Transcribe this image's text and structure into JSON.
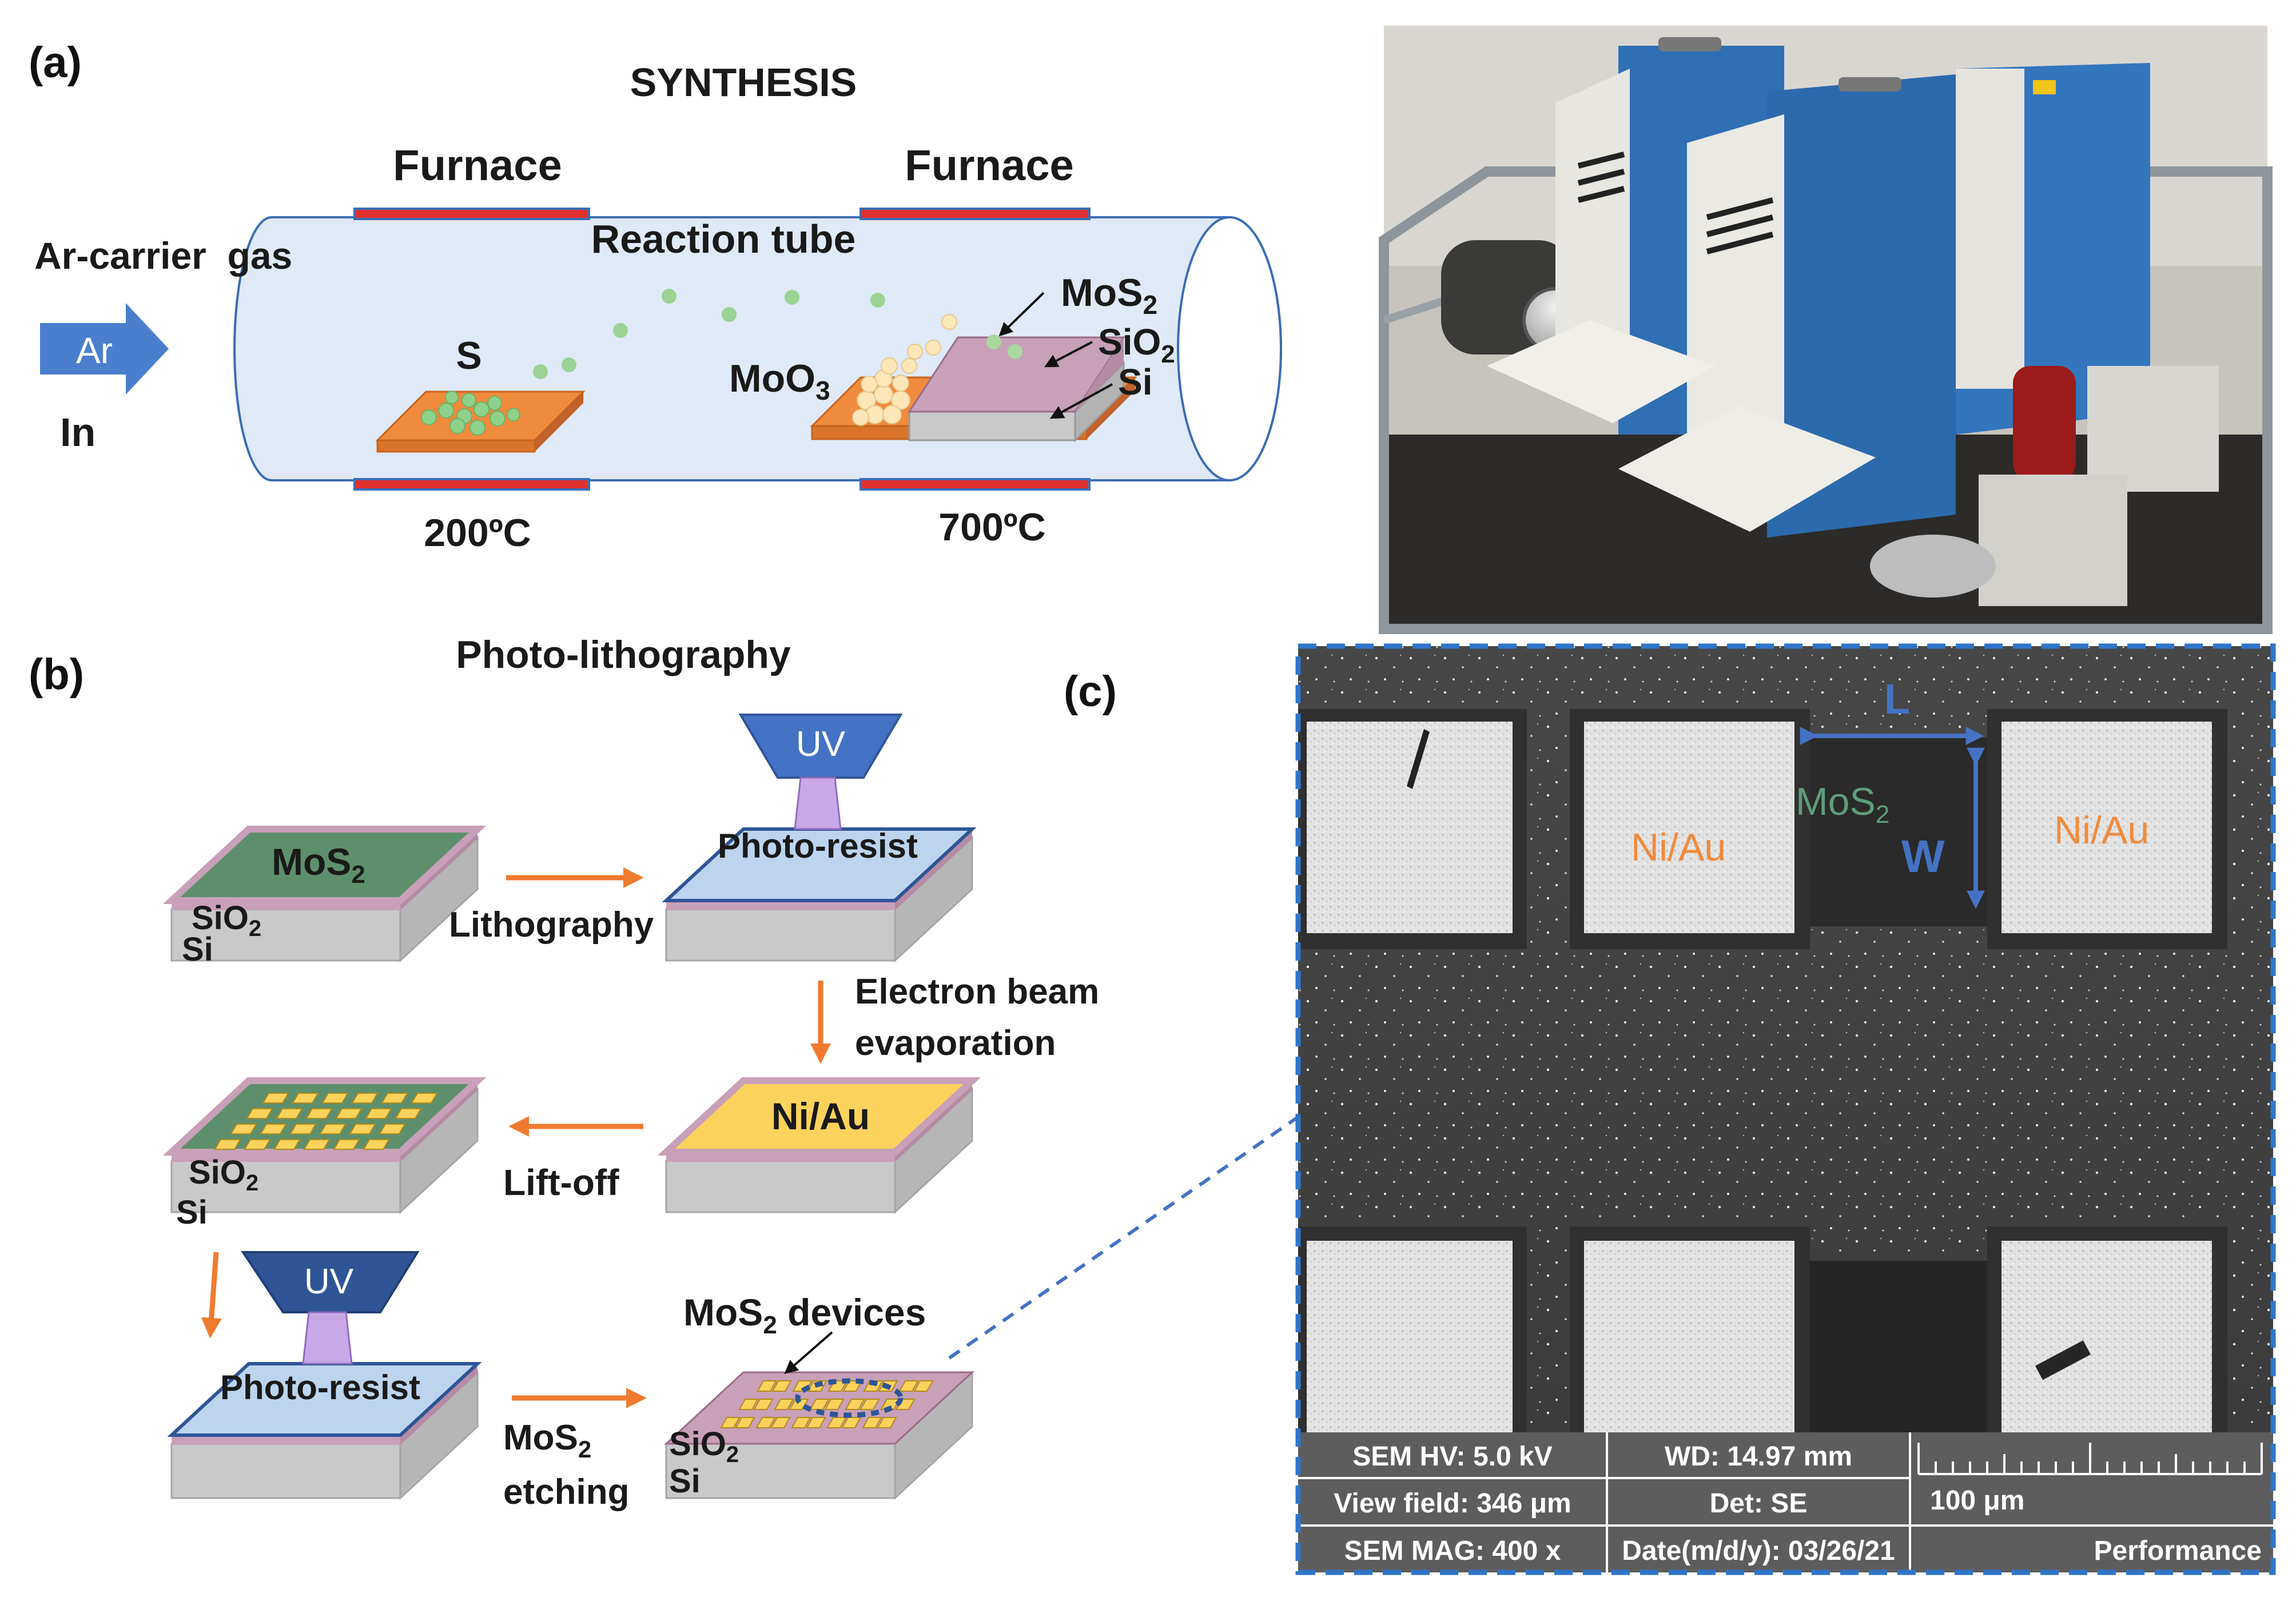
{
  "panel_a": {
    "label": "(a)",
    "title": "SYNTHESIS",
    "furnace_left": "Furnace",
    "furnace_right": "Furnace",
    "reaction_tube": "Reaction tube",
    "carrier_gas": "Ar-carrier  gas",
    "arrow_gas": "Ar",
    "inlet": "In",
    "sulfur": "S",
    "moo3": "MoO",
    "moo3_sub": "3",
    "mos2": "MoS",
    "mos2_sub": "2",
    "sio2": "SiO",
    "sio2_sub": "2",
    "si": "Si",
    "temp_left": "200ºC",
    "temp_right": "700ºC"
  },
  "panel_b": {
    "label": "(b)",
    "title": "Photo-lithography",
    "s1_mos2": "MoS",
    "s1_mos2_sub": "2",
    "s1_sio2": "SiO",
    "s1_sio2_sub": "2",
    "s1_si": "Si",
    "step_lithography": "Lithography",
    "uv1": "UV",
    "photoresist1": "Photo-resist",
    "step_ebeam_1": "Electron beam",
    "step_ebeam_2": "evaporation",
    "niau": "Ni/Au",
    "step_liftoff": "Lift-off",
    "s3_sio2": "SiO",
    "s3_sio2_sub": "2",
    "s3_si": "Si",
    "uv2": "UV",
    "photoresist2": "Photo-resist",
    "step_etch_1": "MoS",
    "step_etch_1_sub": "2",
    "step_etch_2": "etching",
    "devices_mos2": "MoS",
    "devices_sub": "2",
    "devices_word": " devices",
    "s6_sio2": "SiO",
    "s6_sio2_sub": "2",
    "s6_si": "Si"
  },
  "panel_c": {
    "label": "(c)",
    "L": "L",
    "W": "W",
    "mos2": "MoS",
    "mos2_sub": "2",
    "niau_left": "Ni/Au",
    "niau_right": "Ni/Au",
    "sem_info": {
      "hv": "SEM HV: 5.0 kV",
      "wd": "WD: 14.97 mm",
      "view_field": "View field: 346 μm",
      "det": "Det: SE",
      "scale": "100 μm",
      "mag": "SEM MAG: 400 x",
      "date": "Date(m/d/y): 03/26/21",
      "mode": "Performance"
    }
  },
  "colors": {
    "tube": "#dfe9f7",
    "heater": "#e0302f",
    "gas_arrow": "#4a7fce",
    "substrate_orange": "#f08a3c",
    "sio2_pink": "#c8a0b8",
    "si_gray": "#c9c9c9",
    "mos2_green": "#5e8f6c",
    "photoresist_blue": "#bcd4ee",
    "niau_yellow": "#fbd25c",
    "uv_blue": "#4472c4",
    "step_arrow": "#ef7b2f",
    "label_orange": "#f08a3c",
    "label_blue": "#4472c4",
    "label_green": "#5e9d7a"
  }
}
